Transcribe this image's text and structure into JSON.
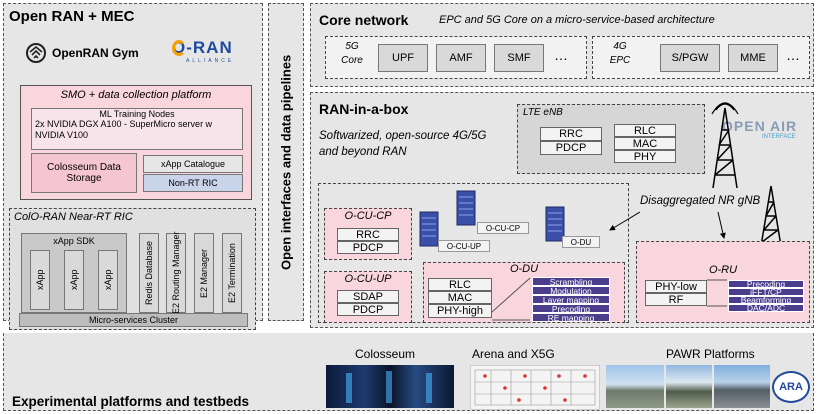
{
  "left_panel": {
    "title": "Open RAN + MEC",
    "openran_gym": "OpenRAN Gym",
    "oran_logo": "O-RAN",
    "oran_sub": "ALLIANCE",
    "smo": {
      "title": "SMO + data collection platform",
      "ml_nodes_title": "ML Training Nodes",
      "ml_nodes_desc": "2x NVIDIA DGX A100 - SuperMicro server w NVIDIA V100",
      "storage": "Colosseum Data Storage",
      "xapp_catalogue": "xApp Catalogue",
      "nonrt_ric": "Non-RT RIC"
    },
    "near_rt": {
      "title": "ColO-RAN Near-RT RIC",
      "xapp_sdk": "xApp SDK",
      "xapps": [
        "xApp",
        "xApp",
        "xApp"
      ],
      "services": [
        "Redis Database",
        "E2 Routing Manager",
        "E2 Manager",
        "E2 Termination"
      ],
      "cluster": "Micro-services Cluster"
    }
  },
  "middle_label": "Open interfaces and data pipelines",
  "core": {
    "title": "Core network",
    "subtitle": "EPC and 5G Core on a micro-service-based architecture",
    "g5_label": "5G Core",
    "g5_funcs": [
      "UPF",
      "AMF",
      "SMF"
    ],
    "g4_label": "4G EPC",
    "g4_funcs": [
      "S/PGW",
      "MME"
    ],
    "ellipsis": "…"
  },
  "ran": {
    "title": "RAN-in-a-box",
    "desc": "Softwarized, open-source 4G/5G and beyond RAN",
    "lte_title": "LTE eNB",
    "lte_left": [
      "RRC",
      "PDCP"
    ],
    "lte_right": [
      "RLC",
      "MAC",
      "PHY"
    ],
    "oai_logo": "OPEN AIR",
    "oai_sub": "INTERFACE",
    "disaggregated": "Disaggregated NR gNB",
    "ocucp_title": "O-CU-CP",
    "ocucp_items": [
      "RRC",
      "PDCP"
    ],
    "ocuup_title": "O-CU-UP",
    "ocuup_items": [
      "SDAP",
      "PDCP"
    ],
    "odu_title": "O-DU",
    "odu_items": [
      "RLC",
      "MAC",
      "PHY-high"
    ],
    "odu_funcs": [
      "Scrambling",
      "Modulation",
      "Layer mapping",
      "Precoding",
      "RE mapping"
    ],
    "oru_title": "O-RU",
    "oru_items": [
      "PHY-low",
      "RF"
    ],
    "oru_funcs": [
      "Precoding",
      "iFFT/CP",
      "Beamforming",
      "DAC/ADC"
    ],
    "server_labels": [
      "O-CU-CP",
      "O-CU-UP",
      "O-DU"
    ]
  },
  "bottom": {
    "title": "Experimental platforms and testbeds",
    "colosseum": "Colosseum",
    "arena": "Arena and X5G",
    "pawr": "PAWR Platforms",
    "ara": "ARA"
  }
}
